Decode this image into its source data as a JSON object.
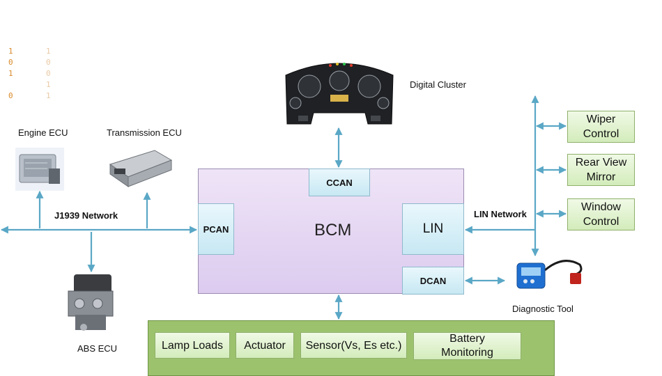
{
  "diagram": {
    "center": {
      "label": "BCM"
    },
    "ports": {
      "ccan": "CCAN",
      "pcan": "PCAN",
      "lin": "LIN",
      "dcan": "DCAN"
    },
    "networks": {
      "j1939": "J1939 Network",
      "lin": "LIN Network"
    },
    "devices": {
      "engine_ecu": "Engine ECU",
      "transmission_ecu": "Transmission ECU",
      "abs_ecu": "ABS ECU",
      "digital_cluster": "Digital Cluster",
      "diagnostic_tool": "Diagnostic Tool"
    },
    "lin_nodes": [
      "Wiper\nControl",
      "Rear View\nMirror",
      "Window\nControl"
    ],
    "loads": [
      "Lamp Loads",
      "Actuator",
      "Sensor(Vs, Es etc.)",
      "Battery\nMonitoring"
    ],
    "binary_decor": {
      "col1": [
        "1",
        "0",
        "1",
        "",
        "0"
      ],
      "col2": [
        "1",
        "0",
        "0",
        "1",
        "1"
      ]
    },
    "colors": {
      "wire": "#5aa7c6",
      "bcm_fill": "#e4d6f3",
      "port_fill": "#d6eff8",
      "node_fill": "#e2f3d0",
      "tray_fill": "#9cc26e"
    },
    "icons": [
      "engine-ecu-icon",
      "transmission-ecu-icon",
      "abs-ecu-icon",
      "digital-cluster-icon",
      "diagnostic-tool-icon"
    ]
  }
}
